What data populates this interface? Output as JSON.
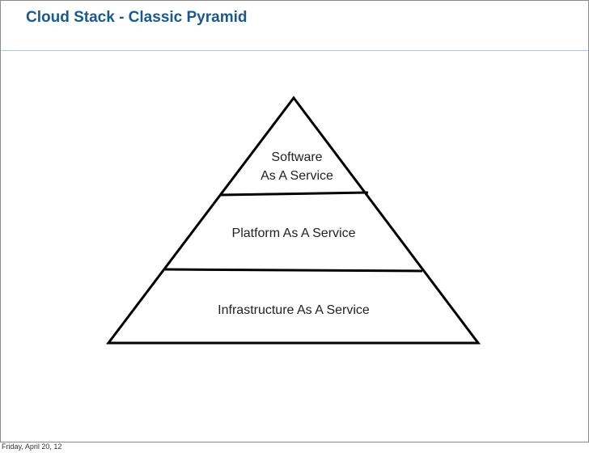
{
  "slide": {
    "title": "Cloud Stack - Classic Pyramid",
    "footer_date": "Friday, April 20, 12"
  },
  "pyramid": {
    "tiers": [
      {
        "lines": [
          "Software",
          "As A Service"
        ]
      },
      {
        "lines": [
          "Platform As A Service"
        ]
      },
      {
        "lines": [
          "Infrastructure As A Service"
        ]
      }
    ]
  },
  "colors": {
    "title": "#1a5a8a",
    "stroke": "#000000"
  }
}
